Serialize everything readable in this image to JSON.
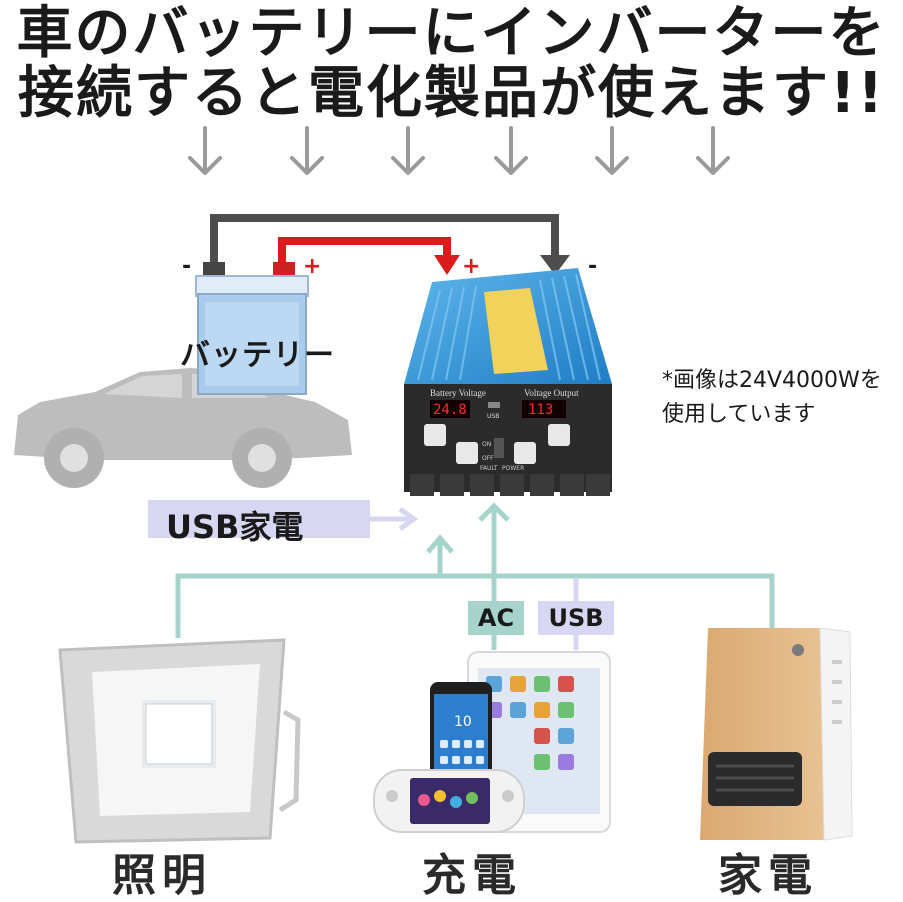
{
  "title": {
    "line1": "車のバッテリーにインバーターを",
    "line2": "接続すると電化製品が使えます!!"
  },
  "battery": {
    "label": "バッテリー",
    "minus": "-",
    "plus": "+"
  },
  "inverter": {
    "plus": "+",
    "minus": "-",
    "battery_voltage_label": "Battery Voltage",
    "voltage_output_label": "Voltage Output",
    "battery_voltage_value": "24.8",
    "voltage_output_value": "113",
    "usb_port_label": "USB",
    "switch_on": "ON",
    "switch_off": "OFF",
    "fault_label": "FAULT",
    "power_label": "POWER"
  },
  "note": {
    "line1": "*画像は24V4000Wを",
    "line2": "使用しています"
  },
  "usb_appliance_label": "USB家電",
  "tags": {
    "ac": "AC",
    "usb": "USB"
  },
  "phone_clock": "10",
  "labels": {
    "lighting": "照明",
    "charging": "充電",
    "appliance": "家電"
  },
  "colors": {
    "teal_line": "#a6d4cd",
    "lavender": "#d8d7f3",
    "red_wire": "#dc1c1c",
    "gray_wire": "#4d4d4d",
    "inverter_blue": "#2a8fd0",
    "car_gray": "#bdbdbd"
  }
}
